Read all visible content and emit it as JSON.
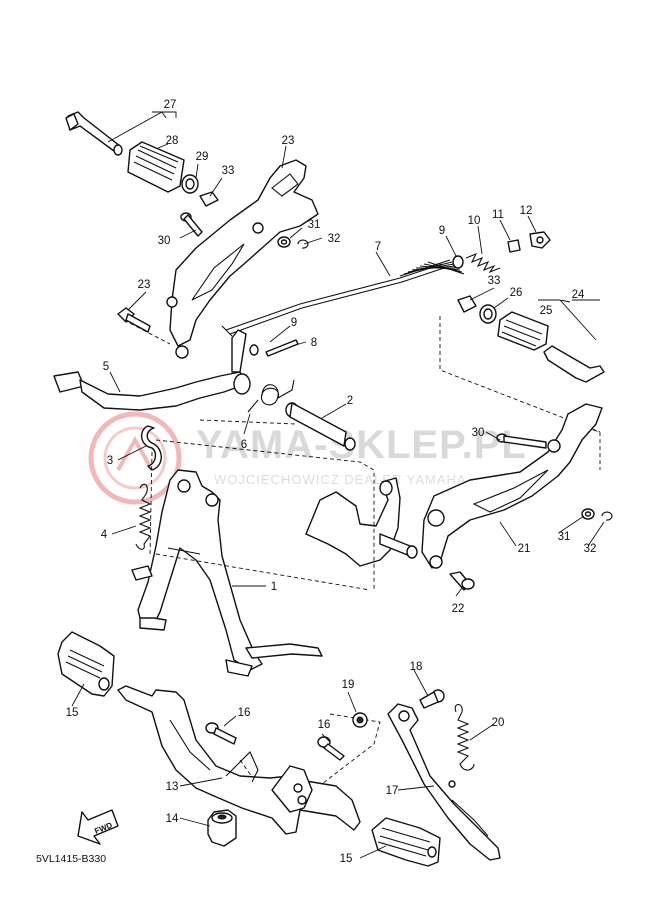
{
  "watermark": {
    "title": "YAMA-SKLEP.PL",
    "subtitle": "WOJCIECHOWICZ DEALER YAMAHA",
    "color": "#f2b8b8"
  },
  "diagram_code": "5VL1415-B330",
  "fwd_label": "FWD",
  "callouts": [
    "1",
    "2",
    "3",
    "4",
    "5",
    "6",
    "7",
    "8",
    "9",
    "9",
    "10",
    "11",
    "12",
    "13",
    "14",
    "15",
    "15",
    "16",
    "16",
    "17",
    "18",
    "19",
    "20",
    "21",
    "22",
    "23",
    "23",
    "24",
    "25",
    "26",
    "27",
    "28",
    "29",
    "30",
    "30",
    "31",
    "31",
    "32",
    "32",
    "33",
    "33"
  ]
}
